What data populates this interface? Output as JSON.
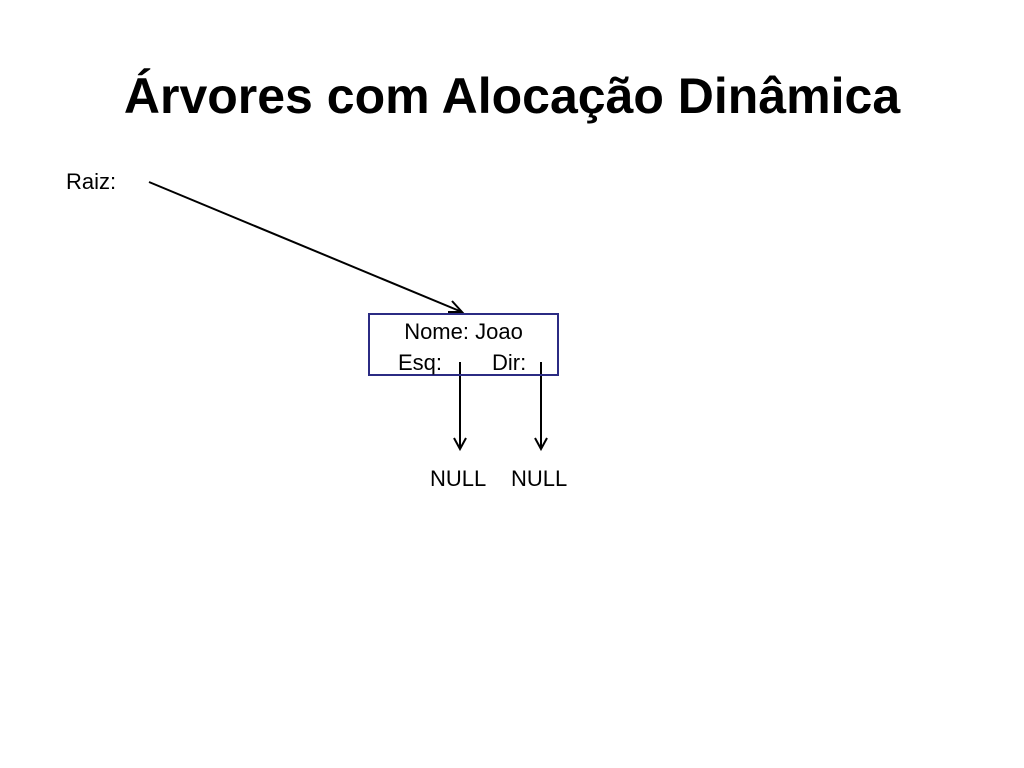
{
  "slide": {
    "title": "Árvores com Alocação Dinâmica",
    "root_label": "Raiz:",
    "node": {
      "name_text": "Nome: Joao",
      "left_label": "Esq:",
      "right_label": "Dir:"
    },
    "null_left": "NULL",
    "null_right": "NULL"
  },
  "colors": {
    "node_border": "#2b2b83",
    "arrow": "#000000"
  }
}
